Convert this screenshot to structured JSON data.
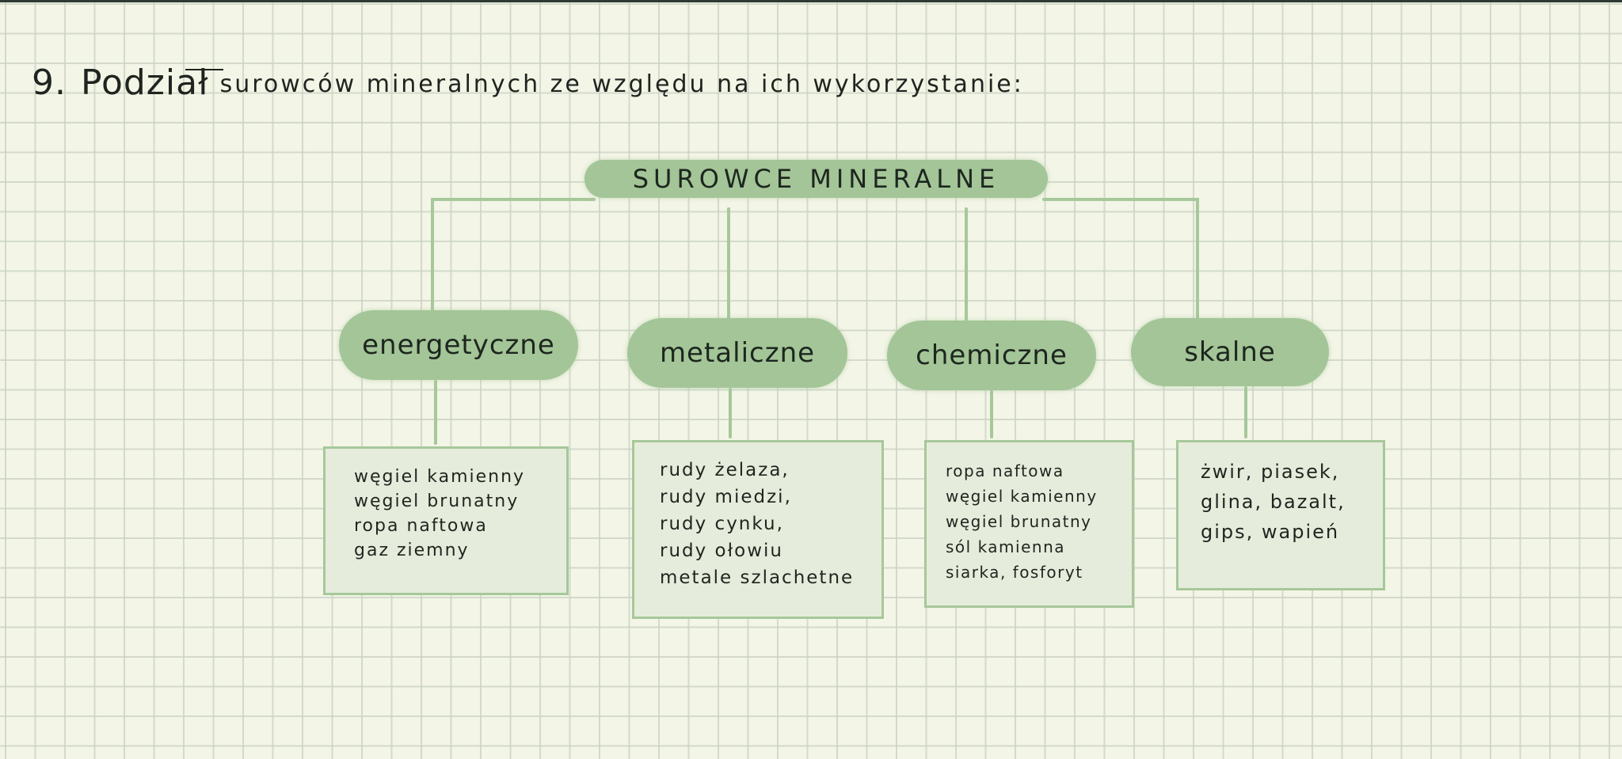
{
  "heading": {
    "number": "9.",
    "first_word": "Podział",
    "rest": "surowców mineralnych ze względu na ich wykorzystanie:"
  },
  "root": {
    "label": "SUROWCE MINERALNE"
  },
  "categories": [
    {
      "label": "energetyczne",
      "items": [
        "węgiel kamienny",
        "węgiel brunatny",
        "ropa naftowa",
        "gaz ziemny"
      ]
    },
    {
      "label": "metaliczne",
      "items": [
        "rudy żelaza,",
        "rudy miedzi,",
        "rudy cynku,",
        "rudy ołowiu",
        "metale szlachetne"
      ]
    },
    {
      "label": "chemiczne",
      "items": [
        "ropa naftowa",
        "węgiel kamienny",
        "węgiel brunatny",
        "sól kamienna",
        "siarka, fosforyt"
      ]
    },
    {
      "label": "skalne",
      "items": [
        "żwir, piasek,",
        "glina, bazalt,",
        "gips, wapień"
      ]
    }
  ],
  "colors": {
    "paper": "#f3f5e6",
    "grid": "#c8d2c3",
    "pill_fill": "#a3c597",
    "box_fill": "#e6ecdb",
    "box_border": "#a6c89a",
    "connector": "#a6c89a",
    "ink": "#1e241f"
  }
}
